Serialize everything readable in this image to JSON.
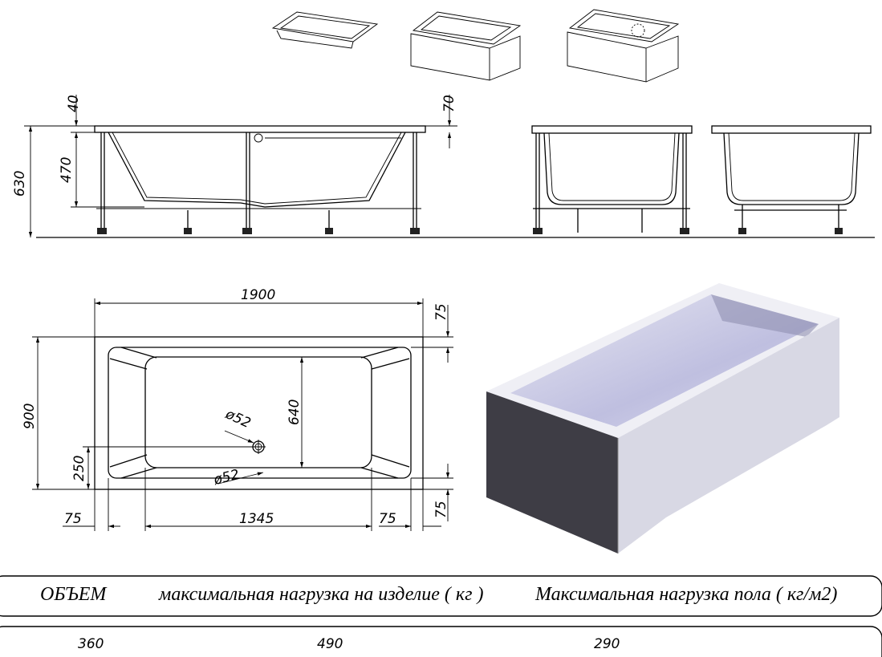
{
  "side_view": {
    "dims": {
      "total_height": "630",
      "tub_depth": "470",
      "rim_left": "40",
      "rim_right": "70"
    }
  },
  "plan_view": {
    "dims": {
      "length": "1900",
      "width": "900",
      "inner_width": "640",
      "drain_offset": "250",
      "drain_diameter": "ø52",
      "overflow_diameter": "ø52",
      "inner_length": "1345",
      "left_margin": "75",
      "right_margin": "75",
      "top_margin": "75",
      "bottom_margin": "75"
    }
  },
  "specs_table": {
    "headers": [
      "ОБЪЕМ",
      "максимальная нагрузка на изделие ( кг )",
      "Максимальная нагрузка пола ( кг/м2)"
    ],
    "values": [
      "360",
      "490",
      "290"
    ]
  },
  "colors": {
    "panel_front": "#3e3d45",
    "panel_side": "#d8d8e4",
    "basin": "#c9c9e0"
  }
}
